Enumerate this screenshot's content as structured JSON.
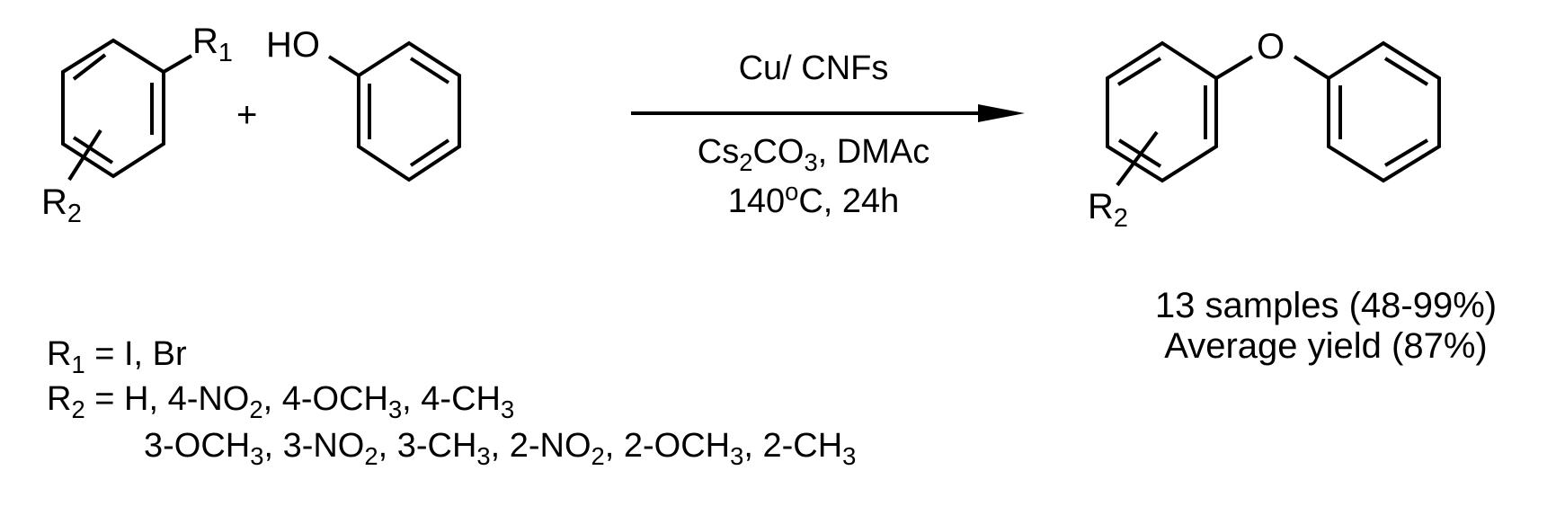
{
  "reactant1": {
    "substituent_ipso": {
      "symbol": "R",
      "index": "1"
    },
    "substituent_ring": {
      "symbol": "R",
      "index": "2"
    }
  },
  "plus_sign": "+",
  "reactant2": {
    "hydroxyl_label": "HO"
  },
  "conditions": {
    "above_arrow": "Cu/ CNFs",
    "below_arrow_line1": {
      "base": "Cs",
      "base_sub": "2",
      "carbonate": "CO",
      "carbonate_sub": "3",
      "solvent": ", DMAc"
    },
    "below_arrow_line2": {
      "temp": "140",
      "degree": "o",
      "temp_unit": "C, 24h"
    }
  },
  "product": {
    "oxygen_label": "O",
    "substituent_ring": {
      "symbol": "R",
      "index": "2"
    }
  },
  "results": {
    "line1": "13 samples (48-99%)",
    "line2": "Average yield (87%)"
  },
  "definitions": {
    "r1": {
      "symbol": "R",
      "index": "1",
      "equals": " = I, Br"
    },
    "r2": {
      "symbol": "R",
      "index": "2",
      "equals": " = ",
      "line1": [
        {
          "text": "H"
        },
        {
          "text": "4-NO",
          "sub": "2"
        },
        {
          "text": "4-OCH",
          "sub": "3"
        },
        {
          "text": "4-CH",
          "sub": "3"
        }
      ],
      "line2": [
        {
          "text": "3-OCH",
          "sub": "3"
        },
        {
          "text": "3-NO",
          "sub": "2"
        },
        {
          "text": "3-CH",
          "sub": "3"
        },
        {
          "text": "2-NO",
          "sub": "2"
        },
        {
          "text": "2-OCH",
          "sub": "3"
        },
        {
          "text": "2-CH",
          "sub": "3"
        }
      ]
    }
  }
}
